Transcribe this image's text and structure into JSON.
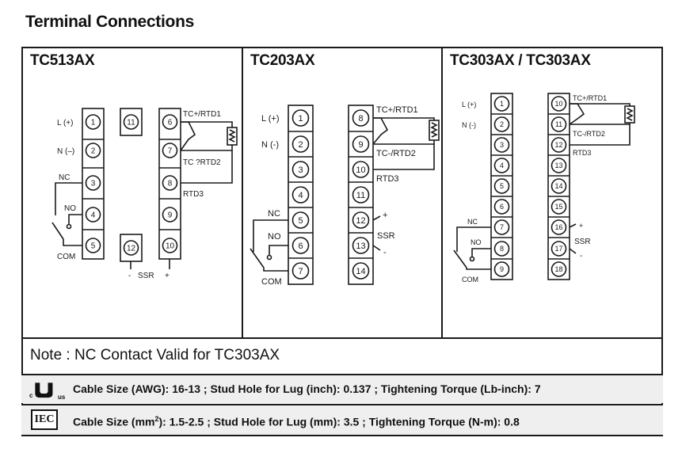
{
  "title": "Terminal Connections",
  "panels": [
    {
      "name": "TC513AX",
      "labels": {
        "l_plus": "L (+)",
        "n_minus": "N (–)",
        "nc": "NC",
        "no": "NO",
        "com": "COM",
        "tc_plus": "TC+/RTD1",
        "tc_minus": "TC ?RTD2",
        "rtd3": "RTD3",
        "ssr": "SSR",
        "ssr_minus": "-",
        "ssr_plus": "+"
      },
      "terminals": [
        "1",
        "2",
        "3",
        "4",
        "5",
        "6",
        "7",
        "8",
        "9",
        "10",
        "11",
        "12"
      ]
    },
    {
      "name": "TC203AX",
      "labels": {
        "l_plus": "L (+)",
        "n_minus": "N (-)",
        "nc": "NC",
        "no": "NO",
        "com": "COM",
        "tc_plus": "TC+/RTD1",
        "tc_minus": "TC-/RTD2",
        "rtd3": "RTD3",
        "ssr": "SSR",
        "ssr_plus": "+",
        "ssr_minus": "-"
      },
      "terminals": [
        "1",
        "2",
        "3",
        "4",
        "5",
        "6",
        "7",
        "8",
        "9",
        "10",
        "11",
        "12",
        "13",
        "14"
      ]
    },
    {
      "name": "TC303AX / TC303AX",
      "labels": {
        "l_plus": "L (+)",
        "n_minus": "N (-)",
        "nc": "NC",
        "no": "NO",
        "com": "COM",
        "tc_plus": "TC+/RTD1",
        "tc_minus": "TC-/RTD2",
        "rtd3": "RTD3",
        "ssr": "SSR",
        "ssr_plus": "+",
        "ssr_minus": "-"
      },
      "terminals": [
        "1",
        "2",
        "3",
        "4",
        "5",
        "6",
        "7",
        "8",
        "9",
        "10",
        "11",
        "12",
        "13",
        "14",
        "15",
        "16",
        "17",
        "18"
      ]
    }
  ],
  "note": "Note : NC Contact Valid for TC303AX",
  "specs": {
    "ul_logo": "c UL us",
    "ul_text": "Cable Size (AWG): 16-13 ; Stud Hole for Lug (inch): 0.137 ; Tightening Torque (Lb-inch): 7",
    "iec_logo": "IEC",
    "iec_text_a": "Cable Size (mm",
    "iec_sup": "2",
    "iec_text_b": "): 1.5-2.5 ; Stud Hole for Lug (mm): 3.5 ; Tightening Torque (N-m): 0.8"
  }
}
